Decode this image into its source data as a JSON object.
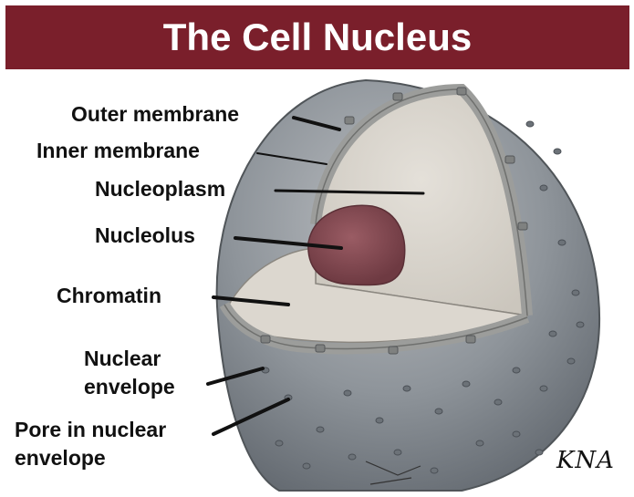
{
  "title": "The Cell Nucleus",
  "labels": {
    "outer_membrane": "Outer membrane",
    "inner_membrane": "Inner membrane",
    "nucleoplasm": "Nucleoplasm",
    "nucleolus": "Nucleolus",
    "chromatin": "Chromatin",
    "nuclear_envelope_line1": "Nuclear",
    "nuclear_envelope_line2": "envelope",
    "pore_line1": "Pore in nuclear",
    "pore_line2": "envelope"
  },
  "signature": "KNA",
  "colors": {
    "title_bar": "#7a1f2b",
    "title_text": "#ffffff",
    "outer_surface": "#8e949a",
    "cut_face": "#d9d4cc",
    "nucleolus": "#8a5058",
    "envelope_band": "#a9aaa8"
  }
}
